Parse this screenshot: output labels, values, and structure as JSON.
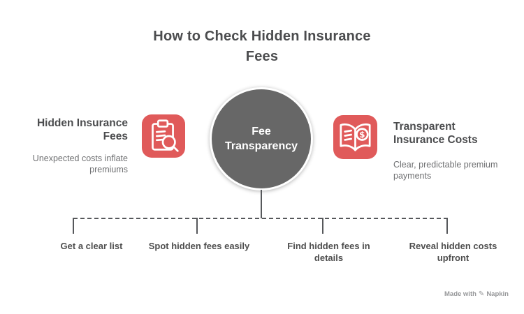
{
  "title": "How to Check Hidden Insurance Fees",
  "center_node": {
    "label": "Fee Transparency"
  },
  "left_branch": {
    "heading": "Hidden Insurance Fees",
    "description": "Unexpected costs inflate premiums",
    "icon": "clipboard-search-icon"
  },
  "right_branch": {
    "heading": "Transparent Insurance Costs",
    "description": "Clear, predictable premium payments",
    "icon": "open-book-dollar-icon",
    "currency_symbol": "$"
  },
  "steps": [
    {
      "label": "Get a clear list"
    },
    {
      "label": "Spot hidden fees easily"
    },
    {
      "label": "Find hidden fees in details"
    },
    {
      "label": "Reveal hidden costs upfront"
    }
  ],
  "watermark": {
    "prefix": "Made with",
    "brand": "Napkin",
    "icon": "pen-icon",
    "glyph": "✎"
  },
  "colors": {
    "accent_red": "#e05a5a",
    "node_gray": "#676767",
    "heading_text": "#4b4c4e",
    "body_text": "#6f7072",
    "connector": "#56585b",
    "icon_stroke": "#ffffff"
  }
}
